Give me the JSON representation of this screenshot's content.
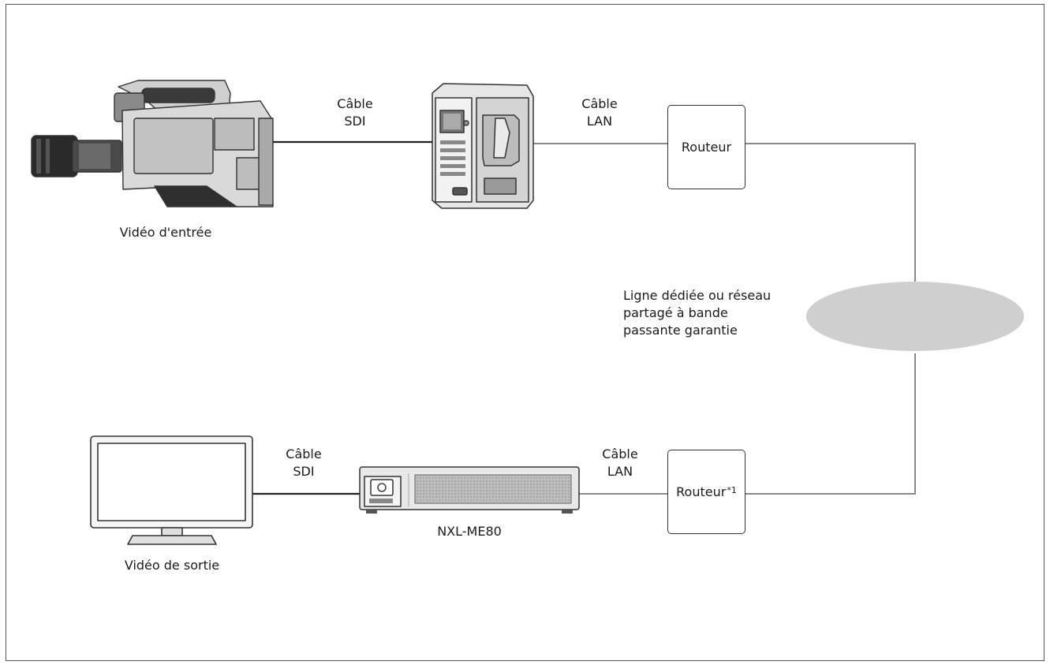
{
  "cables": {
    "top_sdi": [
      "Câble",
      "SDI"
    ],
    "top_lan": [
      "Câble",
      "LAN"
    ],
    "bottom_sdi": [
      "Câble",
      "SDI"
    ],
    "bottom_lan": [
      "Câble",
      "LAN"
    ]
  },
  "devices": {
    "camera_caption": "Vidéo d'entrée",
    "monitor_caption": "Vidéo de sortie",
    "decoder_caption": "NXL-ME80",
    "router_top": "Routeur",
    "router_bottom": "Routeur",
    "router_bottom_note": "*1"
  },
  "network": {
    "cloud_label": [
      "Ligne dédiée ou réseau",
      "partagé à bande",
      "passante garantie"
    ]
  },
  "colors": {
    "cable_sdi": "#222222",
    "cable_lan": "#8a8a8a",
    "cloud": "#cfcfcf"
  }
}
